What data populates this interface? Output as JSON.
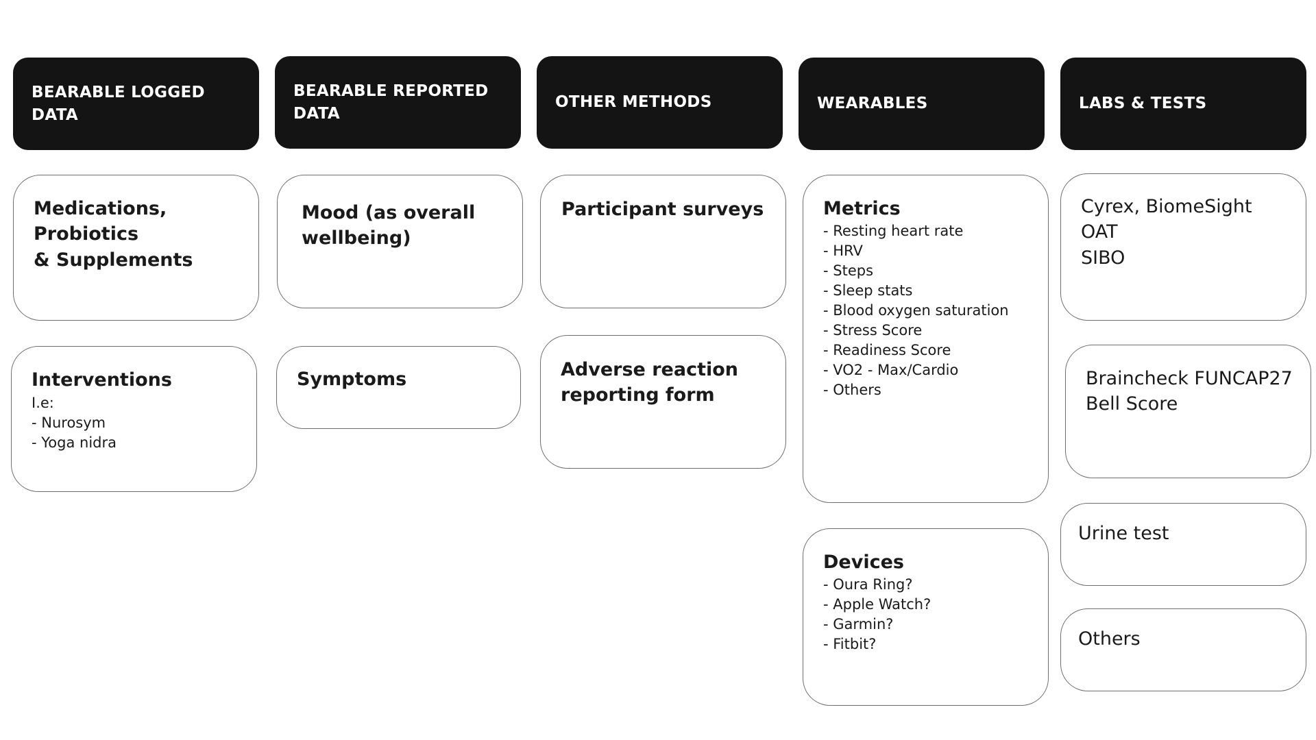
{
  "columns": [
    {
      "header": "BEARABLE LOGGED\nDATA",
      "cards": [
        {
          "title": "Medications,\nProbiotics\n& Supplements"
        },
        {
          "title": "Interventions",
          "subtitle": "I.e:",
          "items": [
            "- Nurosym",
            "- Yoga nidra"
          ]
        }
      ]
    },
    {
      "header": "BEARABLE REPORTED\nDATA",
      "cards": [
        {
          "title": "Mood (as overall\nwellbeing)"
        },
        {
          "title": "Symptoms"
        }
      ]
    },
    {
      "header": "OTHER METHODS",
      "cards": [
        {
          "title": "Participant surveys"
        },
        {
          "title": "Adverse reaction\nreporting form"
        }
      ]
    },
    {
      "header": "WEARABLES",
      "cards": [
        {
          "title": "Metrics",
          "items": [
            "- Resting heart rate",
            "- HRV",
            "- Steps",
            "- Sleep stats",
            "- Blood oxygen saturation",
            "- Stress Score",
            "- Readiness Score",
            "- VO2 - Max/Cardio",
            "- Others"
          ]
        },
        {
          "title": "Devices",
          "items": [
            "- Oura Ring?",
            "- Apple Watch?",
            "- Garmin?",
            "- Fitbit?"
          ]
        }
      ]
    },
    {
      "header": "LABS & TESTS",
      "cards": [
        {
          "title": "Cyrex, BiomeSight\nOAT\nSIBO"
        },
        {
          "title": "Braincheck FUNCAP27\nBell Score"
        },
        {
          "title": "Urine test"
        },
        {
          "title": "Others"
        }
      ]
    }
  ]
}
